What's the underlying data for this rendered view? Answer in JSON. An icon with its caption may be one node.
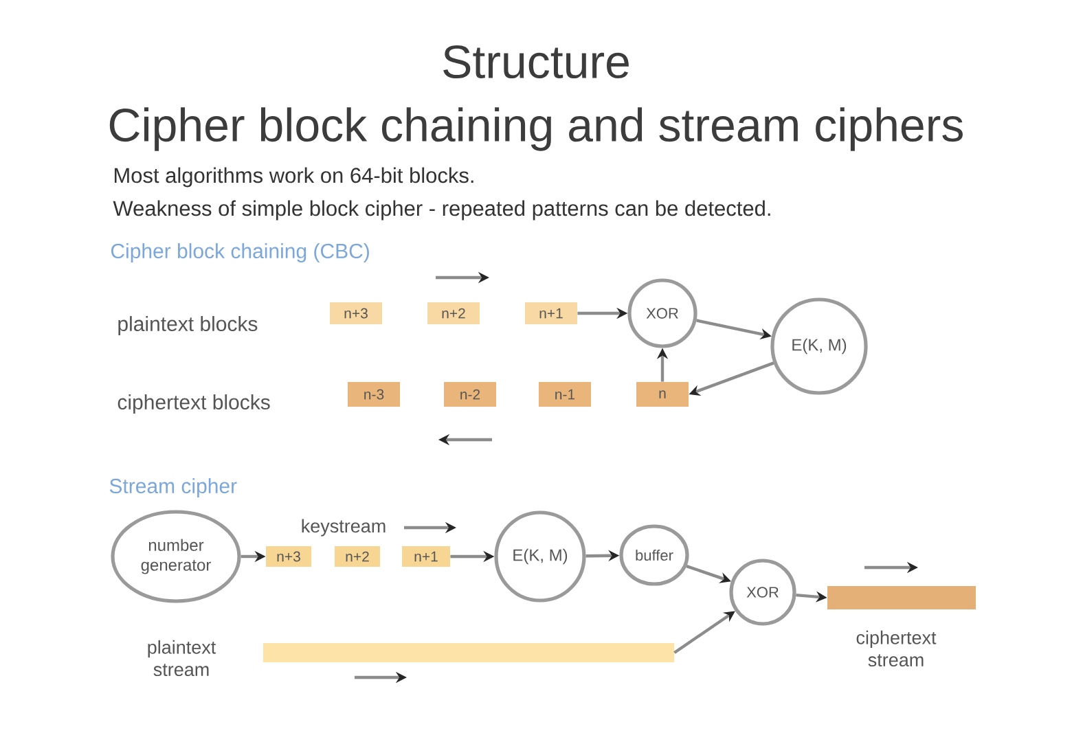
{
  "diagram": {
    "title": "Structure",
    "nodes": [
      {
        "text": [
          "n+3"
        ]
      },
      {
        "text": [
          "n+2"
        ]
      },
      {
        "text": [
          "n+1"
        ]
      },
      {
        "text": [
          "XOR"
        ]
      },
      {
        "text": [
          "E(K, M)"
        ]
      },
      {
        "text": [
          "n-3"
        ]
      },
      {
        "text": [
          "n-2"
        ]
      },
      {
        "text": [
          "n-1"
        ]
      },
      {
        "text": [
          "n"
        ]
      },
      {
        "text": [
          "number generator"
        ]
      },
      {
        "text": [
          "n+3"
        ]
      },
      {
        "text": [
          "n+2"
        ]
      },
      {
        "text": [
          "n+1"
        ]
      },
      {
        "text": [
          "E(K, M)"
        ]
      },
      {
        "text": [
          "buffer"
        ]
      },
      {
        "text": [
          "XOR"
        ]
      },
      {
        "text": [],
        "shape": "bar",
        "beside": [
          "ciphertext stream"
        ]
      },
      {
        "text": [],
        "shape": "bar",
        "beside": [
          "plaintext stream"
        ]
      }
    ],
    "edges": [
      {
        "from": 2,
        "to": 3,
        "arrow": "to"
      },
      {
        "from": 3,
        "to": 4,
        "arrow": "to"
      },
      {
        "from": 4,
        "to": 8,
        "arrow": "to"
      },
      {
        "from": 8,
        "to": 3,
        "arrow": "to"
      },
      {
        "from": 9,
        "to": 10,
        "arrow": "to"
      },
      {
        "from": 12,
        "to": 13,
        "arrow": "to"
      },
      {
        "from": 13,
        "to": 14,
        "arrow": "to"
      },
      {
        "from": 14,
        "to": 15,
        "arrow": "to"
      },
      {
        "from": 17,
        "to": 15,
        "arrow": "to"
      },
      {
        "from": 15,
        "to": 16,
        "arrow": "to"
      }
    ],
    "labels": [
      "Cipher block chaining and stream ciphers",
      "Most algorithms work on 64-bit blocks.",
      "Weakness of simple block cipher - repeated patterns can be detected.",
      "Cipher block chaining (CBC)",
      "plaintext blocks",
      "ciphertext blocks",
      "Stream cipher",
      "keystream"
    ]
  }
}
